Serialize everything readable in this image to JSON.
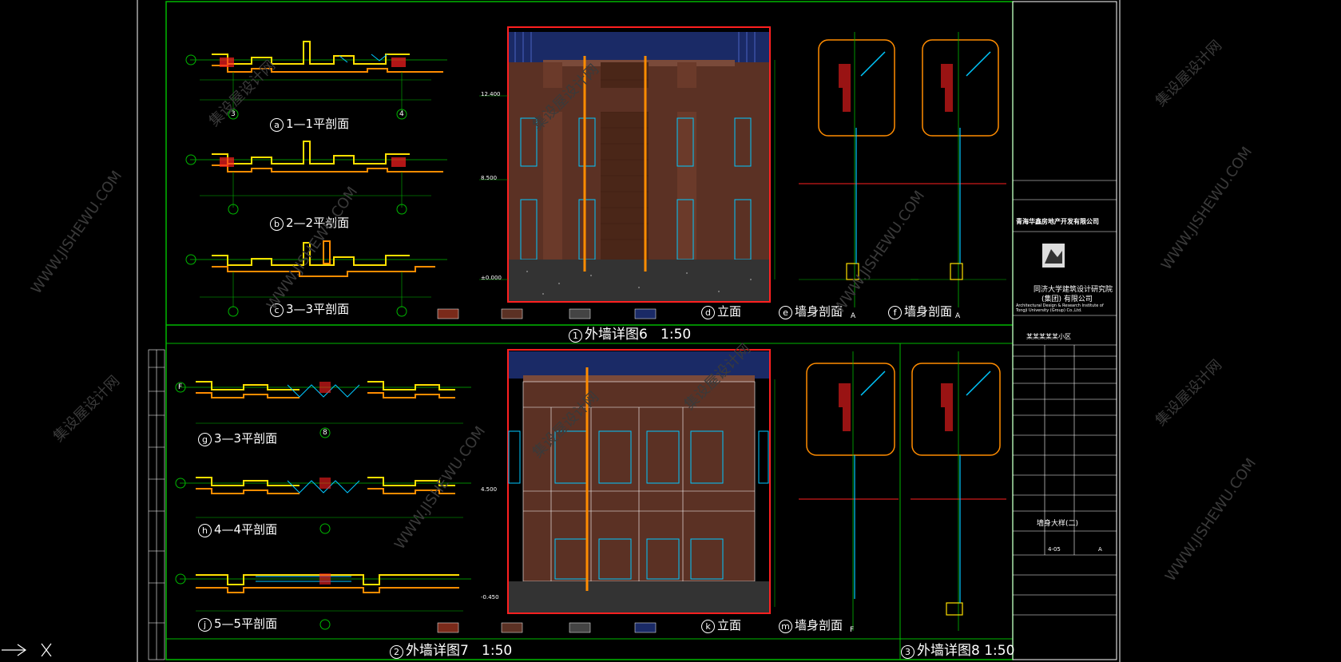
{
  "drawing": {
    "top_caption": {
      "num": "1",
      "text": "外墙详图6",
      "scale": "1:50"
    },
    "bottom_caption_left": {
      "num": "2",
      "text": "外墙详图7",
      "scale": "1:50"
    },
    "bottom_caption_right": {
      "num": "3",
      "text": "外墙详图8",
      "scale": "1:50"
    },
    "sections_top": [
      {
        "num": "a",
        "text": "1—1平剖面"
      },
      {
        "num": "b",
        "text": "2—2平剖面"
      },
      {
        "num": "c",
        "text": "3—3平剖面"
      }
    ],
    "sections_bottom": [
      {
        "num": "g",
        "text": "3—3平剖面"
      },
      {
        "num": "h",
        "text": "4—4平剖面"
      },
      {
        "num": "j",
        "text": "5—5平剖面"
      }
    ],
    "elev_top": {
      "d": "立面",
      "e": "墙身剖面",
      "f": "墙身剖面"
    },
    "elev_bottom": {
      "k": "立面",
      "m": "墙身剖面"
    },
    "grid_axes": {
      "a": "A",
      "three": "3",
      "four": "4",
      "f": "F",
      "eight": "8"
    },
    "level_marks": [
      "4.500",
      "8.500",
      "12.400",
      "±0.000",
      "-0.450"
    ]
  },
  "title_block": {
    "client": "青海华鑫房地产开发有限公司",
    "institute_cn": "同济大学建筑设计研究院",
    "institute_cn2": "(集团) 有限公司",
    "institute_en": "Architectural Design & Research Institute of Tongji University (Group) Co.,Ltd.",
    "project": "某某某某某小区",
    "sheet_title": "墙身大样(二)",
    "sheet_no": "4-05",
    "revision": "A"
  },
  "watermark": {
    "cn": "集设屋设计网",
    "en": "WWW.JISHEWU.COM"
  },
  "colors": {
    "frame_green": "#00b800",
    "elev_red": "#ff2020",
    "brick": "#5b3124",
    "window_cyan": "#00c8ff",
    "orange": "#ff8c00",
    "yellow": "#ffe000"
  }
}
